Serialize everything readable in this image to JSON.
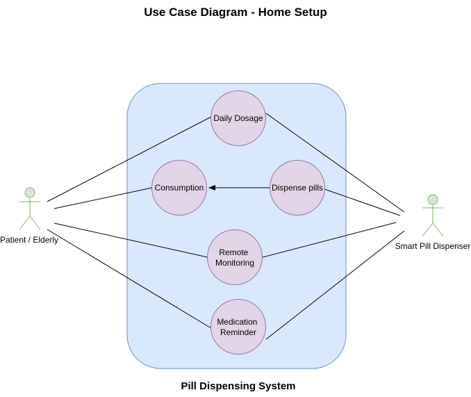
{
  "title": "Use Case Diagram - Home Setup",
  "system": {
    "label": "Pill Dispensing System",
    "fill": "#dae8fc",
    "stroke": "#6c8ebf"
  },
  "actors": {
    "patient": {
      "label": "Patient / Elderly"
    },
    "dispenser": {
      "label": "Smart Pill Dispenser"
    },
    "fill": "#d5e8d4",
    "stroke": "#82b366"
  },
  "use_cases": {
    "fill": "#e1d5e7",
    "stroke": "#9673a6",
    "daily_dosage": {
      "lines": [
        "Daily Dosage"
      ]
    },
    "consumption": {
      "lines": [
        "Consumption"
      ]
    },
    "dispense_pills": {
      "lines": [
        "Dispense pills"
      ]
    },
    "remote_monitoring": {
      "lines": [
        "Remote",
        "Monitoring"
      ]
    },
    "medication_reminder": {
      "lines": [
        "Medication",
        "Reminder"
      ]
    }
  }
}
